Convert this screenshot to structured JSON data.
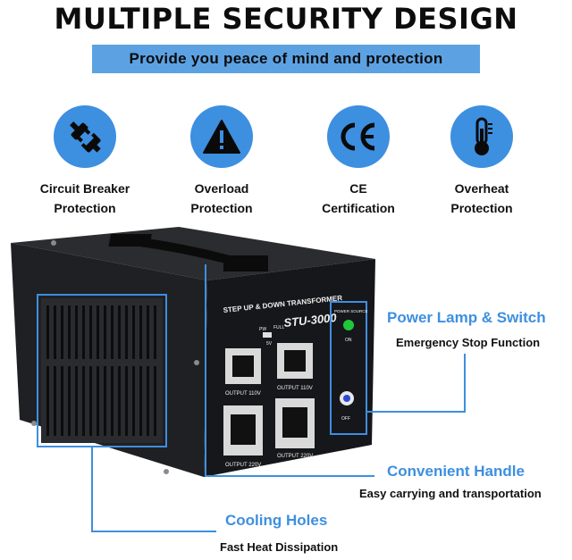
{
  "header": {
    "title": "MULTIPLE SECURITY DESIGN",
    "subtitle": "Provide you peace of mind and protection"
  },
  "features": [
    {
      "icon": "plug-icon",
      "line1": "Circuit Breaker",
      "line2": "Protection"
    },
    {
      "icon": "warning-icon",
      "line1": "Overload",
      "line2": "Protection"
    },
    {
      "icon": "ce-mark-icon",
      "line1": "CE",
      "line2": "Certification"
    },
    {
      "icon": "thermometer-icon",
      "line1": "Overheat",
      "line2": "Protection"
    }
  ],
  "device": {
    "panel_title": "STEP UP & DOWN TRANSFORMER",
    "model": "STU-3000",
    "pw_label": "PW",
    "full_label": "FULL",
    "usb_label": "5V",
    "power_source_label": "POWER SOURCE",
    "on_label": "ON",
    "off_label": "OFF",
    "output_110_label": "OUTPUT 110V",
    "output_110_label_2": "OUTPUT 110V",
    "output_220_label": "OUTPUT 220V",
    "output_220_label_2": "OUTPUT 220V"
  },
  "callouts": {
    "power": {
      "title": "Power Lamp & Switch",
      "sub": "Emergency Stop Function"
    },
    "handle": {
      "title": "Convenient Handle",
      "sub": "Easy carrying and transportation"
    },
    "cooling": {
      "title": "Cooling Holes",
      "sub": "Fast Heat Dissipation"
    }
  },
  "colors": {
    "accent": "#3d8fe0",
    "bar": "#5ca2e3",
    "device": "#1c1d20"
  }
}
